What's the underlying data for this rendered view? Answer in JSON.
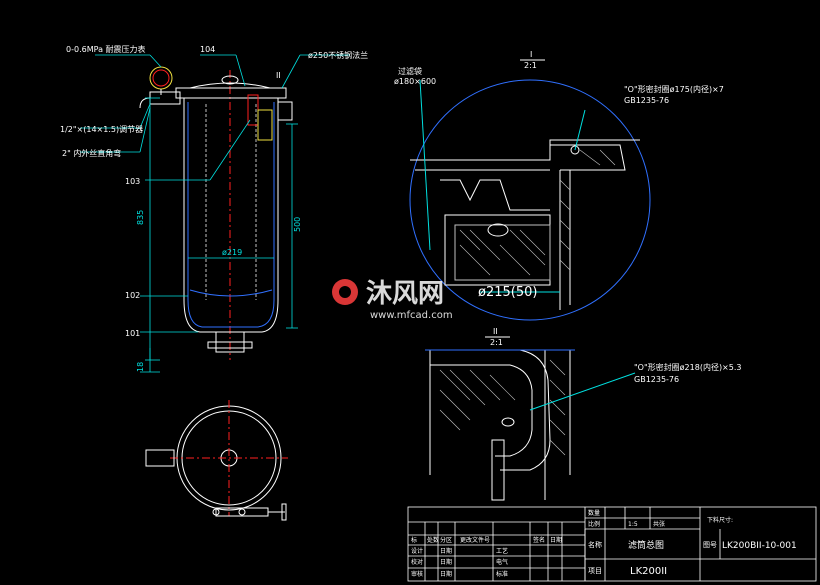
{
  "labels": {
    "pressure_gauge": "0-0.6MPa 耐震压力表",
    "valve": "1/2\"×(14×1.5)调节器",
    "inlet": "2\" 内外丝直角弯",
    "gauge_no": "104",
    "part_103": "103",
    "part_102": "102",
    "part_101": "101",
    "diameter_250": "ø250不锈钢法兰",
    "mark_II": "II",
    "dim_height": "835",
    "dim_500": "500",
    "dim_219": "ø219",
    "dim_18": "18"
  },
  "detail_I": {
    "title": "I",
    "scale": "2:1",
    "filter_note_1": "过滤袋",
    "filter_note_2": "ø180×600",
    "oring_1": "\"O\"形密封圈ø175(内径)×7",
    "oring_2": "GB1235-76",
    "dim": "ø215(50)"
  },
  "detail_II": {
    "title": "II",
    "scale": "2:1",
    "oring_1": "\"O\"形密封圈ø218(内径)×5.3",
    "oring_2": "GB1235-76"
  },
  "watermark": {
    "text": "沐风网",
    "url": "www.mfcad.com"
  },
  "title_block": {
    "headers": [
      "标",
      "处数",
      "分区",
      "更改文件号",
      "签名",
      "日期"
    ],
    "rows": [
      [
        "设计",
        "",
        "日期",
        "",
        "工艺",
        ""
      ],
      [
        "校对",
        "",
        "日期",
        "",
        "电气",
        ""
      ],
      [
        "审核",
        "",
        "日期",
        "",
        "标准",
        ""
      ]
    ],
    "weight_label": "数量",
    "scale_label": "比例",
    "scale_value": "1:5",
    "sheet_label": "共张",
    "name_label": "名称",
    "name_value": "滤筒总图",
    "project_label": "项目",
    "project_value": "LK200II",
    "drawing_no_label": "图号",
    "drawing_no_value": "LK200BII-10-001",
    "note": "下料尺寸:"
  },
  "colors": {
    "background": "#000000",
    "outline": "#ffffff",
    "dimension": "#00e0e0",
    "center": "#ff2020",
    "hatch": "#c0c0c0",
    "yellow": "#f0e040",
    "blue": "#3070ff"
  }
}
